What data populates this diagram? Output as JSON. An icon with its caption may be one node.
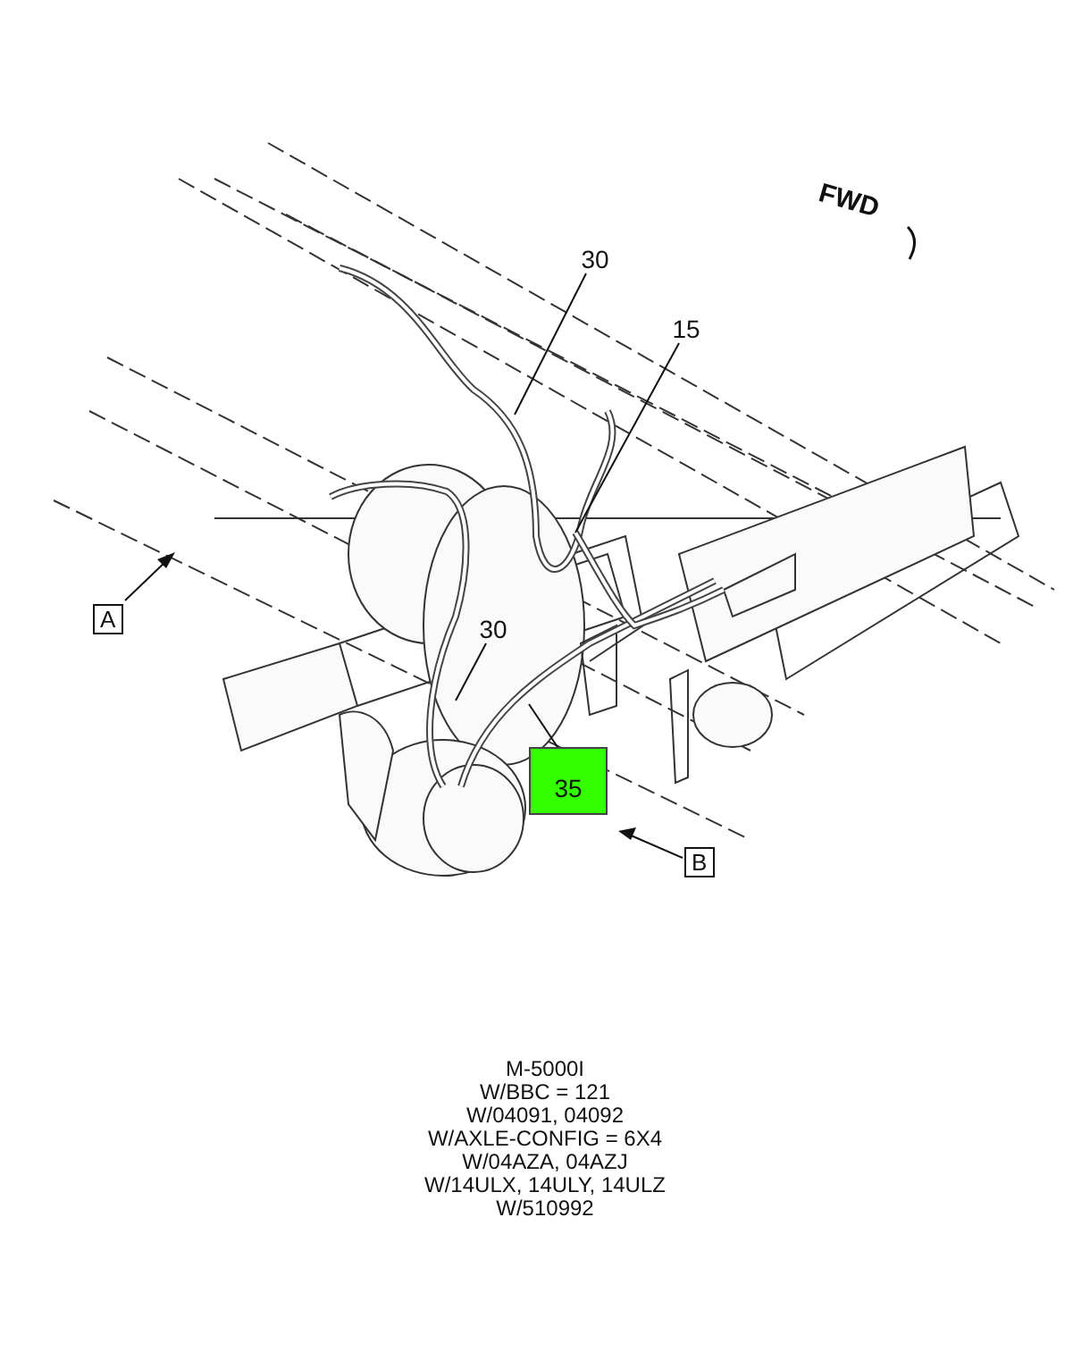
{
  "diagram": {
    "nodes": [
      {
        "text": [
          "30"
        ]
      },
      {
        "text": [
          "15"
        ]
      },
      {
        "text": [
          "30"
        ]
      },
      {
        "text": [
          "35"
        ]
      }
    ],
    "edges": [
      {
        "from": 0,
        "to": null,
        "arrow": "none"
      },
      {
        "from": 1,
        "to": null,
        "arrow": "none"
      },
      {
        "from": 2,
        "to": null,
        "arrow": "none"
      },
      {
        "from": 3,
        "to": null,
        "arrow": "none"
      }
    ],
    "labels": [
      "FWD",
      "A",
      "B",
      "M-5000I",
      "W/BBC = 121",
      "W/04091, 04092",
      "W/AXLE-CONFIG = 6X4",
      "W/04AZA, 04AZJ",
      "W/14ULX, 14ULY, 14ULZ",
      "W/510992"
    ]
  }
}
